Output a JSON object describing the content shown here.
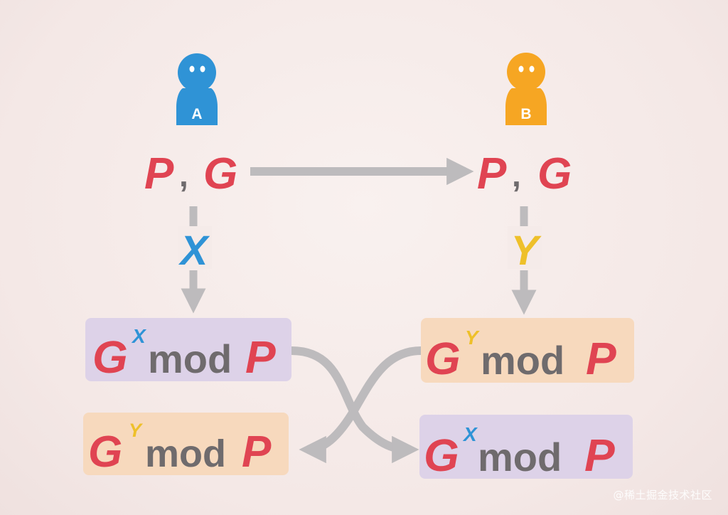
{
  "colors": {
    "red": "#e04452",
    "blue": "#2f93d6",
    "yellow": "#eec02a",
    "orange": "#f6a623",
    "gray_text": "#6f6b6d",
    "arrow": "#bdbbbd",
    "box_purple": "#ddd2e8",
    "box_orange": "#f7d9bd"
  },
  "party_a": {
    "badge": "A",
    "params": {
      "p": "P",
      "sep": ",",
      "g": "G"
    },
    "secret": "X",
    "sent": {
      "base": "G",
      "exp": "X",
      "mod": "mod",
      "p": "P"
    },
    "received": {
      "base": "G",
      "exp": "Y",
      "mod": "mod",
      "p": "P"
    }
  },
  "party_b": {
    "badge": "B",
    "params": {
      "p": "P",
      "sep": ",",
      "g": "G"
    },
    "secret": "Y",
    "sent": {
      "base": "G",
      "exp": "Y",
      "mod": "mod",
      "p": "P"
    },
    "received": {
      "base": "G",
      "exp": "X",
      "mod": "mod",
      "p": "P"
    }
  },
  "watermark": "@稀土掘金技术社区"
}
